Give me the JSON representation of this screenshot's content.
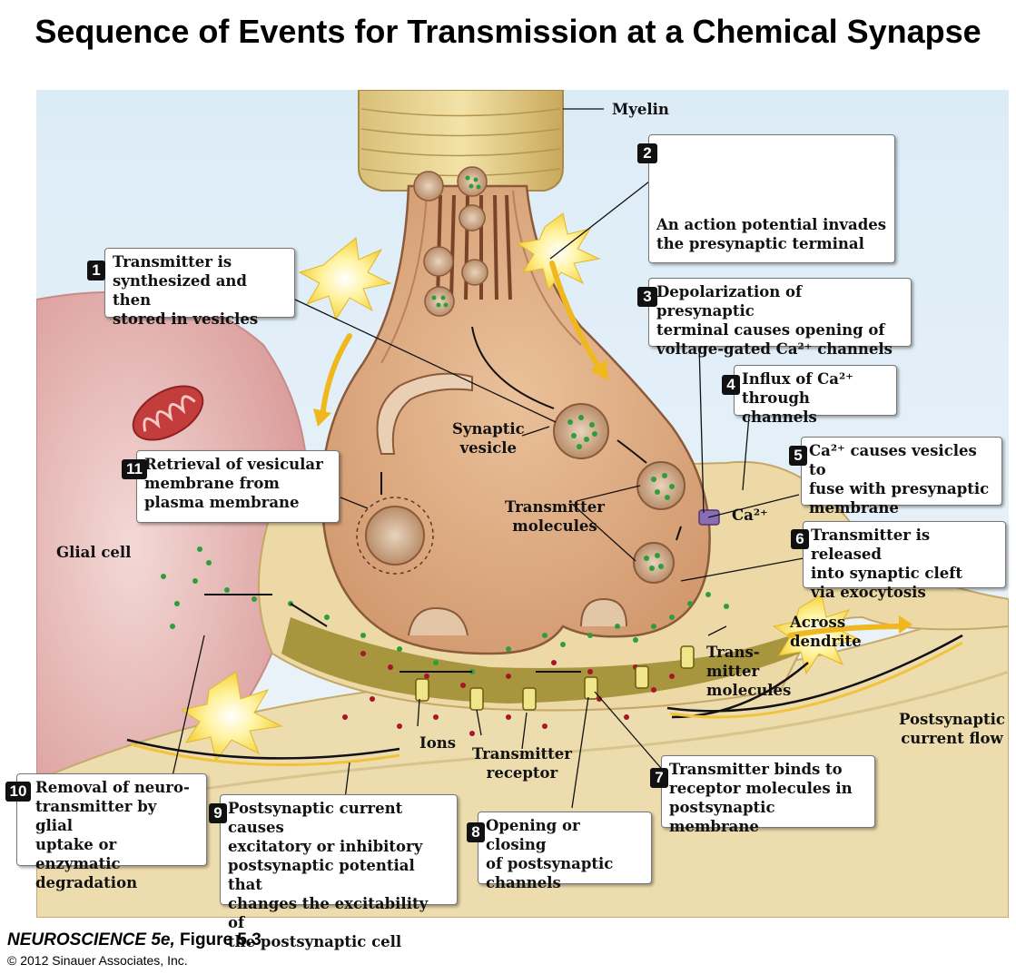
{
  "title": "Sequence of Events for Transmission at a Chemical Synapse",
  "labels": {
    "myelin": "Myelin",
    "glial_cell": "Glial cell",
    "synaptic_vesicle": "Synaptic\nvesicle",
    "transmitter_molecules_center": "Transmitter\nmolecules",
    "ca2": "Ca²⁺",
    "across_dendrite": "Across\ndendrite",
    "trans_mitter_molecules": "Trans-\nmitter\nmolecules",
    "postsynaptic_current_flow": "Postsynaptic\ncurrent flow",
    "ions": "Ions",
    "transmitter_receptor": "Transmitter\nreceptor"
  },
  "steps": [
    {
      "num": "1",
      "text": "Transmitter is\nsynthesized and then\nstored in vesicles"
    },
    {
      "num": "2",
      "text": "An action potential invades\nthe presynaptic terminal"
    },
    {
      "num": "3",
      "text": "Depolarization of presynaptic\nterminal causes opening of\nvoltage-gated Ca²⁺ channels"
    },
    {
      "num": "4",
      "text": "Influx of Ca²⁺\nthrough channels"
    },
    {
      "num": "5",
      "text": "Ca²⁺ causes vesicles to\nfuse with presynaptic\nmembrane"
    },
    {
      "num": "6",
      "text": "Transmitter is released\ninto synaptic cleft\nvia exocytosis"
    },
    {
      "num": "7",
      "text": "Transmitter binds to\nreceptor molecules in\npostsynaptic membrane"
    },
    {
      "num": "8",
      "text": "Opening or closing\nof postsynaptic\nchannels"
    },
    {
      "num": "9",
      "text": "Postsynaptic current causes\nexcitatory or inhibitory\npostsynaptic potential that\nchanges the excitability of\nthe postsynaptic cell"
    },
    {
      "num": "10",
      "text": "Removal of neuro-\ntransmitter by glial\nuptake or enzymatic\ndegradation"
    },
    {
      "num": "11",
      "text": "Retrieval of vesicular\nmembrane from\nplasma membrane"
    }
  ],
  "footer": {
    "book_italic": "NEUROSCIENCE 5e,",
    "figure": " Figure 5.3",
    "copyright": "© 2012 Sinauer Associates, Inc."
  }
}
